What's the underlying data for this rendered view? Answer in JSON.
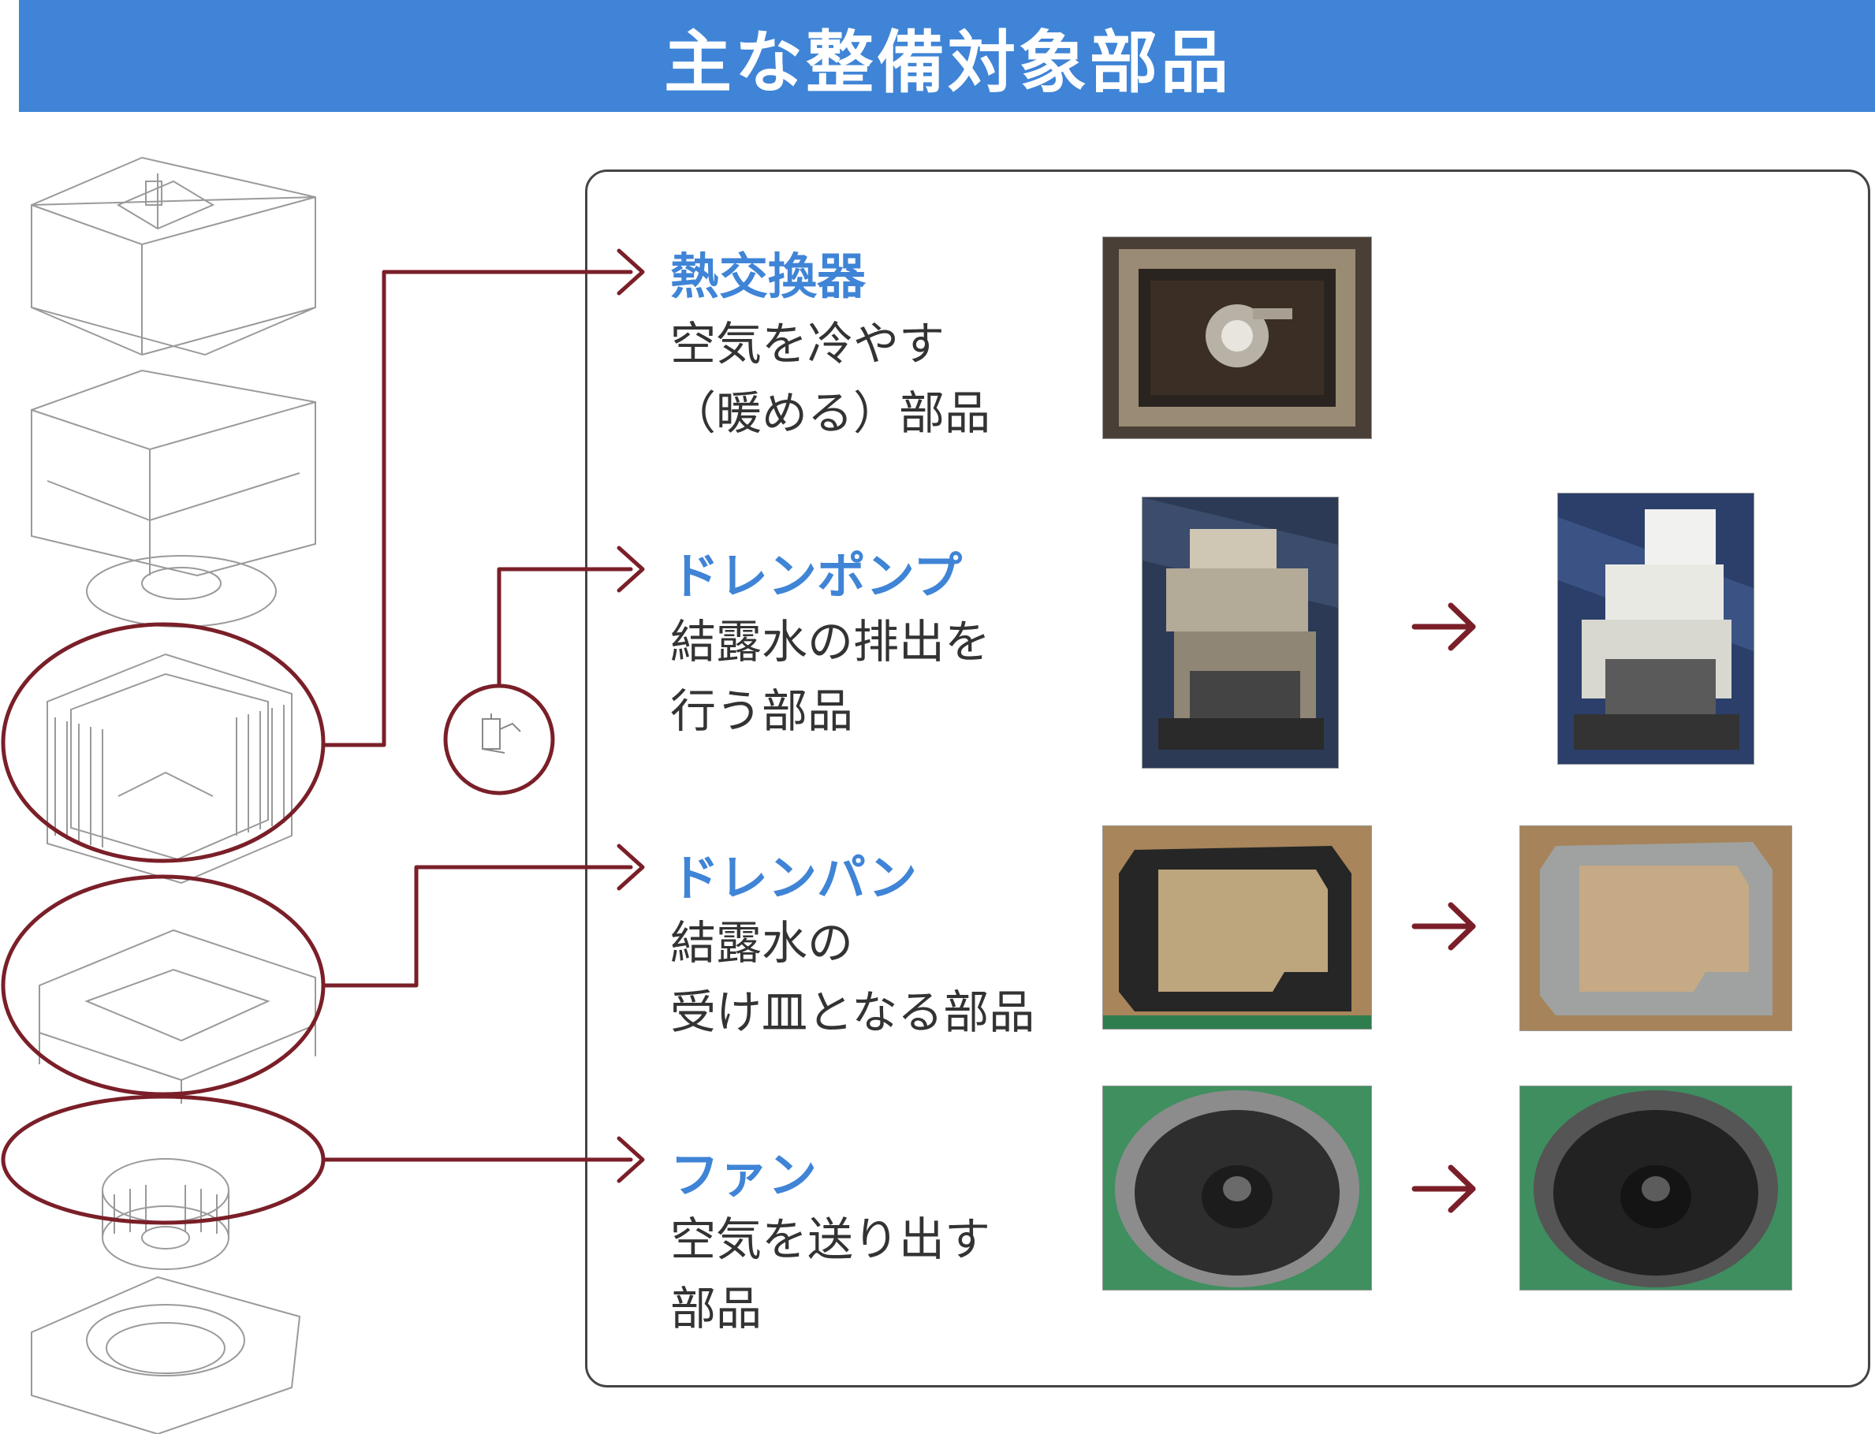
{
  "header": {
    "title": "主な整備対象部品"
  },
  "parts": [
    {
      "title": "熱交換器",
      "lines": [
        "空気を冷やす",
        "（暖める）部品"
      ]
    },
    {
      "title": "ドレンポンプ",
      "lines": [
        "結露水の排出を",
        "行う部品"
      ]
    },
    {
      "title": "ドレンパン",
      "lines": [
        "結露水の",
        "受け皿となる部品"
      ]
    },
    {
      "title": "ファン",
      "lines": [
        "空気を送り出す",
        "部品"
      ]
    }
  ],
  "colors": {
    "banner": "#3f84d6",
    "part_title": "#3f84d6",
    "connector": "#7a1f28",
    "arrow": "#7a1f28"
  },
  "icons": {
    "before_after_arrow": "right-arrow-icon"
  }
}
